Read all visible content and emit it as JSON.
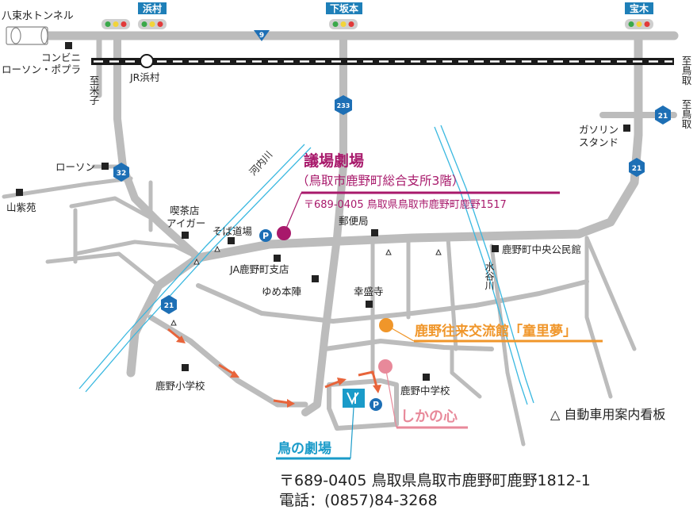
{
  "signals": {
    "hamamura": "浜村",
    "shimosakamoto": "下坂本",
    "takaragi": "宝木"
  },
  "routes": {
    "r9": "9",
    "r233": "233",
    "r21_top": "21",
    "r21_mid": "21",
    "r21_low": "21",
    "r32": "32"
  },
  "labels": {
    "tunnel": "八束水トンネル",
    "conv_line1": "コンビニ",
    "conv_line2": "ローソン・ポプラ",
    "station": "JR浜村",
    "to_yonago": "至米子",
    "to_tottori_rail": "至鳥取",
    "to_tottori_road": "至鳥取",
    "gas_line1": "ガソリン",
    "gas_line2": "スタンド",
    "lawson": "ローソン",
    "sanshien": "山紫苑",
    "kawachi_river": "河内川",
    "cafe_line1": "喫茶店",
    "cafe_line2": "アイガー",
    "soba": "そば道場",
    "post": "郵便局",
    "ja": "JA鹿野町支店",
    "yume": "ゆめ本陣",
    "koseiji": "幸盛寺",
    "community": "鹿野町中央公民館",
    "mizuya_river": "水谷川",
    "elem_school": "鹿野小学校",
    "mid_school": "鹿野中学校",
    "sign_legend": "△ 自動車用案内看板",
    "parking1": "P",
    "parking2": "P"
  },
  "venues": {
    "gijo_title": "議場劇場",
    "gijo_sub": "（鳥取市鹿野町総合支所3階）",
    "gijo_addr": "〒689-0405 鳥取県鳥取市鹿野町鹿野1517",
    "dorimu": "鹿野往来交流館「童里夢」",
    "shikanoshin": "しかの心",
    "tori_gekijo": "鳥の劇場"
  },
  "footer": {
    "address": "〒689-0405 鳥取県鳥取市鹿野町鹿野1812-1",
    "phone": "電話：(0857)84-3268"
  },
  "colors": {
    "road": "#bcbcbc",
    "rail": "#1a1a1a",
    "river": "#3ab8e0",
    "route_blue": "#1d6fb5",
    "signal_bar": "#1e7fb8",
    "gijo": "#a8196b",
    "dorimu": "#f0962a",
    "shikanoshin": "#e8899a",
    "tori_gekijo": "#1a9bc9",
    "arrow": "#e8643a"
  }
}
